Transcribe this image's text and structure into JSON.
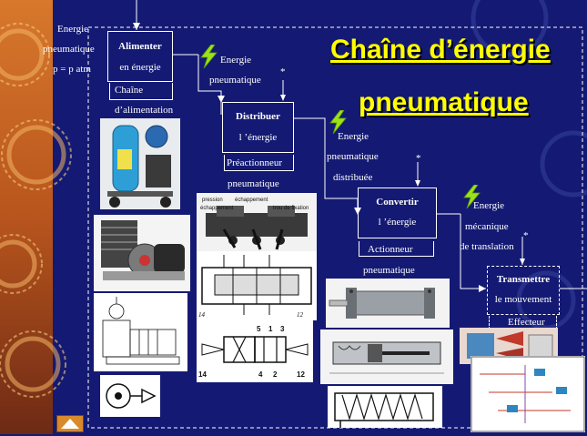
{
  "title": {
    "line1": "Chaîne d’énergie",
    "line2": "pneumatique"
  },
  "input": {
    "line1": "Energie",
    "line2": "pneumatique",
    "line3": "p = p atm"
  },
  "blocks": {
    "alimenter": {
      "label": "Alimenter",
      "sub": "en énergie"
    },
    "distribuer": {
      "label": "Distribuer",
      "sub": "l ’énergie"
    },
    "convertir": {
      "label": "Convertir",
      "sub": "l ’énergie"
    },
    "transmettre": {
      "label": "Transmettre",
      "sub": "le mouvement"
    }
  },
  "subsystems": {
    "alimentation": {
      "line1": "Chaîne",
      "line2": "d’alimentation"
    },
    "preactionneur": {
      "line1": "Préactionneur",
      "line2": "pneumatique"
    },
    "actionneur": {
      "line1": "Actionneur",
      "line2": "pneumatique"
    },
    "effecteur": {
      "line1": "Effecteur"
    }
  },
  "energies": {
    "e1": {
      "line1": "Energie",
      "line2": "pneumatique"
    },
    "e2": {
      "line1": "Energie",
      "line2": "pneumatique",
      "line3": "distribuée"
    },
    "e3": {
      "line1": "Energie",
      "line2": "mécanique",
      "line3": "de translation"
    }
  },
  "star": "*",
  "photo_labels": {
    "p1": "pression",
    "p2": "échappement",
    "p3": "échappement",
    "p4": "trou de fixation"
  },
  "valve_numbers": {
    "n14": "14",
    "n4": "4",
    "n2": "2",
    "n12": "12",
    "n5": "5",
    "n1": "1",
    "n3": "3"
  },
  "colors": {
    "background": "#141a73",
    "title": "#ffff00",
    "lightning": "#9be21a"
  },
  "icons": [
    "lightning-icon",
    "compressor-photo",
    "motor-photo",
    "valve-photo",
    "cylinder-photo",
    "gripper-photo"
  ]
}
